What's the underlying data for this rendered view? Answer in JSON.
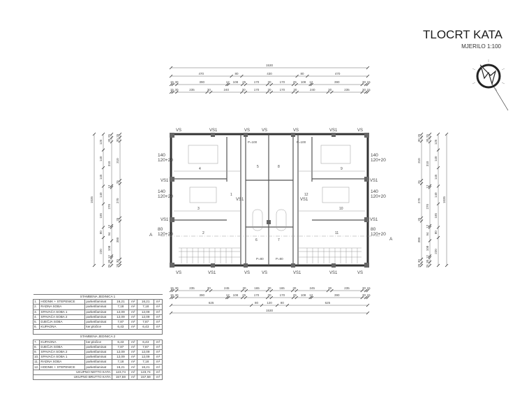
{
  "header": {
    "title": "TLOCRT KATA",
    "scale": "MJERILO 1:100"
  },
  "north_arrow": {
    "icon": "north-arrow-icon"
  },
  "dimensions": {
    "top": [
      {
        "values": [
          1530
        ]
      },
      {
        "values": [
          470,
          80,
          430,
          80,
          470
        ]
      },
      {
        "values": [
          15,
          30,
          390,
          12,
          108,
          25,
          170,
          30,
          170,
          25,
          108,
          12,
          390,
          30,
          15
        ]
      },
      {
        "values": [
          15,
          30,
          235,
          30,
          240,
          30,
          170,
          30,
          170,
          30,
          240,
          30,
          235,
          30,
          15
        ]
      }
    ],
    "bottom": [
      {
        "values": [
          15,
          30,
          235,
          30,
          245,
          30,
          165,
          30,
          165,
          30,
          245,
          30,
          235,
          30,
          15
        ]
      },
      {
        "values": [
          15,
          30,
          390,
          12,
          108,
          25,
          170,
          30,
          170,
          25,
          108,
          12,
          390,
          30,
          15
        ]
      },
      {
        "values": [
          625,
          80,
          120,
          80,
          625
        ]
      },
      {
        "values": [
          1530
        ]
      }
    ],
    "left": [
      {
        "values": [
          1035
        ]
      },
      {
        "values": [
          125,
          140,
          145,
          140,
          185,
          80,
          220
        ]
      },
      {
        "values": [
          25,
          30,
          310,
          12,
          270,
          12,
          94,
          108,
          12,
          30,
          25
        ]
      },
      {
        "values": [
          25,
          30,
          310,
          25,
          270,
          25,
          300,
          30,
          20
        ]
      }
    ],
    "right": [
      {
        "values": [
          25,
          30,
          310,
          25,
          270,
          25,
          300,
          30,
          20
        ]
      },
      {
        "values": [
          25,
          30,
          310,
          12,
          270,
          12,
          94,
          108,
          12,
          30,
          25
        ]
      },
      {
        "values": [
          125,
          140,
          145,
          140,
          185,
          80,
          220
        ]
      },
      {
        "values": [
          1035
        ]
      }
    ]
  },
  "plan": {
    "column_labels": {
      "vs": "VS",
      "vs1": "VS1"
    },
    "windows": {
      "w140": "140",
      "w80": "80",
      "sill": "120+20"
    },
    "door_top": "80",
    "door_sill": "120+20",
    "section_mark": "A",
    "door_labels": {
      "p100": "P=100",
      "p80": "P=80"
    },
    "room_numbers": [
      "1",
      "2",
      "3",
      "4",
      "5",
      "6",
      "7",
      "8",
      "9",
      "10",
      "11",
      "12"
    ]
  },
  "area_table": {
    "unit1_title": "STAMBENA JEDINICA 1",
    "unit2_title": "STAMBENA JEDINICA 2",
    "unit_m2": "m²",
    "unit1_rows": [
      {
        "no": "1.",
        "name": "HODNIK + STEPENICE",
        "floor": "parket/laminat",
        "net": "16,21",
        "gross": "16,21"
      },
      {
        "no": "2.",
        "name": "RADNA SOBA",
        "floor": "parket/laminat",
        "net": "7,18",
        "gross": "7,18"
      },
      {
        "no": "3.",
        "name": "SPAVAĆA SOBA 1",
        "floor": "parket/laminat",
        "net": "12,09",
        "gross": "12,09"
      },
      {
        "no": "4.",
        "name": "SPAVAĆA SOBA 2",
        "floor": "parket/laminat",
        "net": "12,09",
        "gross": "12,09"
      },
      {
        "no": "5.",
        "name": "DJEČJA SOBA",
        "floor": "parket/laminat",
        "net": "7,87",
        "gross": "7,87"
      },
      {
        "no": "6.",
        "name": "KUPAONA",
        "floor": "ker.pločice",
        "net": "6,43",
        "gross": "6,43"
      }
    ],
    "unit2_rows": [
      {
        "no": "7.",
        "name": "KUPAONA",
        "floor": "ker.pločice",
        "net": "6,43",
        "gross": "6,43"
      },
      {
        "no": "8.",
        "name": "DJEČJA SOBA",
        "floor": "parket/laminat",
        "net": "7,87",
        "gross": "7,87"
      },
      {
        "no": "9.",
        "name": "SPAVAĆA SOBA 2",
        "floor": "parket/laminat",
        "net": "12,09",
        "gross": "12,09"
      },
      {
        "no": "10.",
        "name": "SPAVAĆA SOBA 1",
        "floor": "parket/laminat",
        "net": "12,09",
        "gross": "12,09"
      },
      {
        "no": "11.",
        "name": "RADNA SOBA",
        "floor": "parket/laminat",
        "net": "7,18",
        "gross": "7,18"
      },
      {
        "no": "12.",
        "name": "HODNIK + STEPENICE",
        "floor": "parket/laminat",
        "net": "16,21",
        "gross": "16,21"
      }
    ],
    "total_net": {
      "label": "UKUPNO NETTO KATA:",
      "net": "123,74",
      "gross": "123,74"
    },
    "total_gross": {
      "label": "UKUPNO BRUTTO KATA:",
      "net": "157,59",
      "gross": "157,59"
    }
  }
}
